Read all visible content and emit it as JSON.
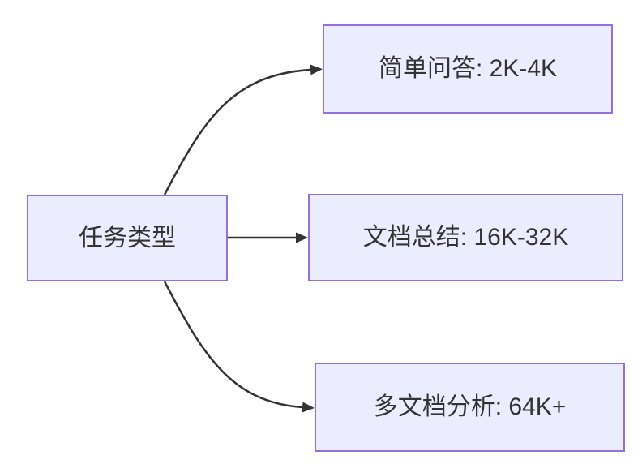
{
  "diagram": {
    "type": "flowchart",
    "direction": "left-to-right",
    "root": {
      "id": "task-type",
      "label": "任务类型"
    },
    "branches": [
      {
        "id": "simple-qa",
        "label": "简单问答: 2K-4K"
      },
      {
        "id": "doc-summary",
        "label": "文档总结: 16K-32K"
      },
      {
        "id": "multi-doc",
        "label": "多文档分析: 64K+"
      }
    ],
    "edges": [
      {
        "from": "task-type",
        "to": "simple-qa"
      },
      {
        "from": "task-type",
        "to": "doc-summary"
      },
      {
        "from": "task-type",
        "to": "multi-doc"
      }
    ],
    "colors": {
      "node_fill": "#ECECFF",
      "node_border": "#9370DB",
      "text": "#333333",
      "arrow": "#333333",
      "background": "#FFFFFF"
    }
  }
}
